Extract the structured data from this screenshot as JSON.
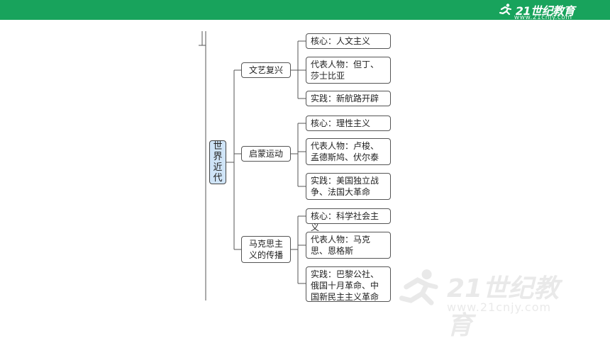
{
  "header": {
    "logo_text": "21世纪教育",
    "logo_subtext": "www.21cnjy.com"
  },
  "colors": {
    "header_green": "#18a35c",
    "root_fill": "#cfe4f7",
    "border": "#555555"
  },
  "mindmap": {
    "root": "世界近代",
    "branches": [
      {
        "label": "文艺复兴",
        "items": [
          "核心：人文主义",
          "代表人物：但丁、莎士比亚",
          "实践：新航路开辟"
        ]
      },
      {
        "label": "启蒙运动",
        "items": [
          "核心：理性主义",
          "代表人物：卢梭、孟德斯鸠、伏尔泰",
          "实践：美国独立战争、法国大革命"
        ]
      },
      {
        "label": "马克思主义的传播",
        "items": [
          "核心：科学社会主义",
          "代表人物：马克思、恩格斯",
          "实践：巴黎公社、俄国十月革命、中国新民主主义革命"
        ]
      }
    ]
  },
  "watermark": {
    "brand": "21世纪教育",
    "url": "www.21cnjy.com"
  }
}
